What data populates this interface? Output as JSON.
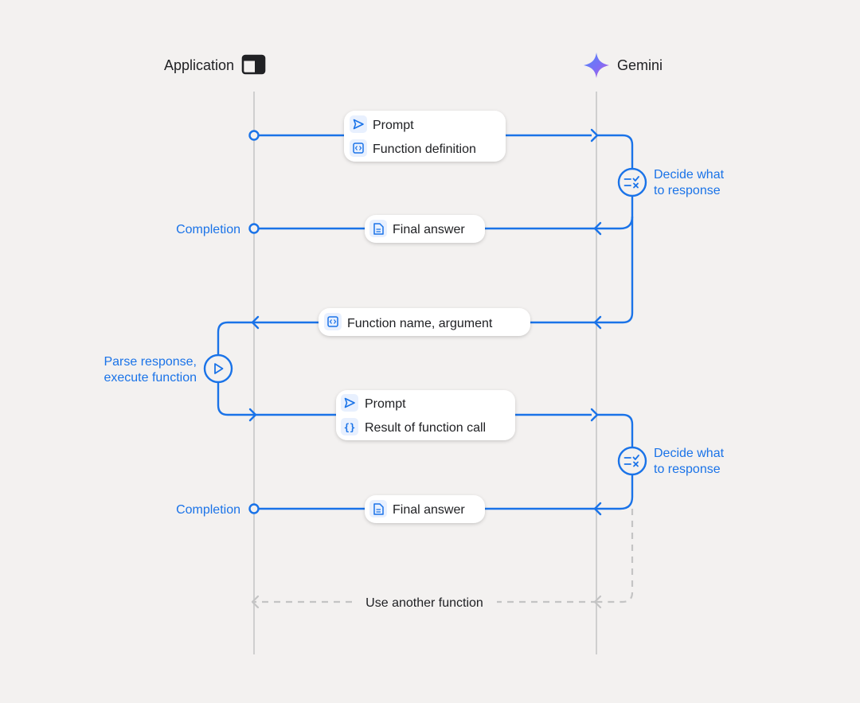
{
  "header": {
    "application_label": "Application",
    "gemini_label": "Gemini"
  },
  "messages": {
    "request_1": {
      "line_1": "Prompt",
      "line_2": "Function definition"
    },
    "final_answer_1": "Final answer",
    "function_call": "Function name, argument",
    "request_2": {
      "line_1": "Prompt",
      "line_2": "Result of function call"
    },
    "final_answer_2": "Final answer",
    "loop_back": "Use another function"
  },
  "annotations": {
    "decide_1": {
      "line_1": "Decide what",
      "line_2": "to response"
    },
    "decide_2": {
      "line_1": "Decide what",
      "line_2": "to response"
    },
    "completion_1": "Completion",
    "completion_2": "Completion",
    "parse": {
      "line_1": "Parse response,",
      "line_2": "execute function"
    }
  },
  "icons": {
    "application": "browser-window-icon",
    "gemini": "gemini-sparkle-icon",
    "prompt": "send-icon",
    "function_definition": "code-icon",
    "final_answer": "document-icon",
    "function_call": "code-icon",
    "result": "curly-braces-icon",
    "decide": "decision-list-icon",
    "execute": "play-icon"
  },
  "colors": {
    "background": "#f3f1f0",
    "accent": "#1a73e8",
    "lifeline": "#cfcfcf",
    "dashed": "#c4c4c4"
  }
}
